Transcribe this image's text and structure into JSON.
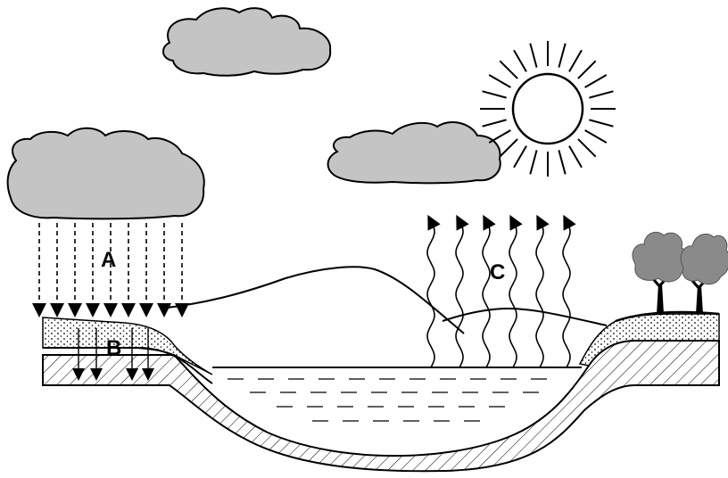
{
  "labels": {
    "rain": "A",
    "infiltration": "B",
    "evaporation": "C"
  },
  "colors": {
    "cloud": "#c4c4c4",
    "tree": "#8a8a8a",
    "line": "#000000"
  }
}
